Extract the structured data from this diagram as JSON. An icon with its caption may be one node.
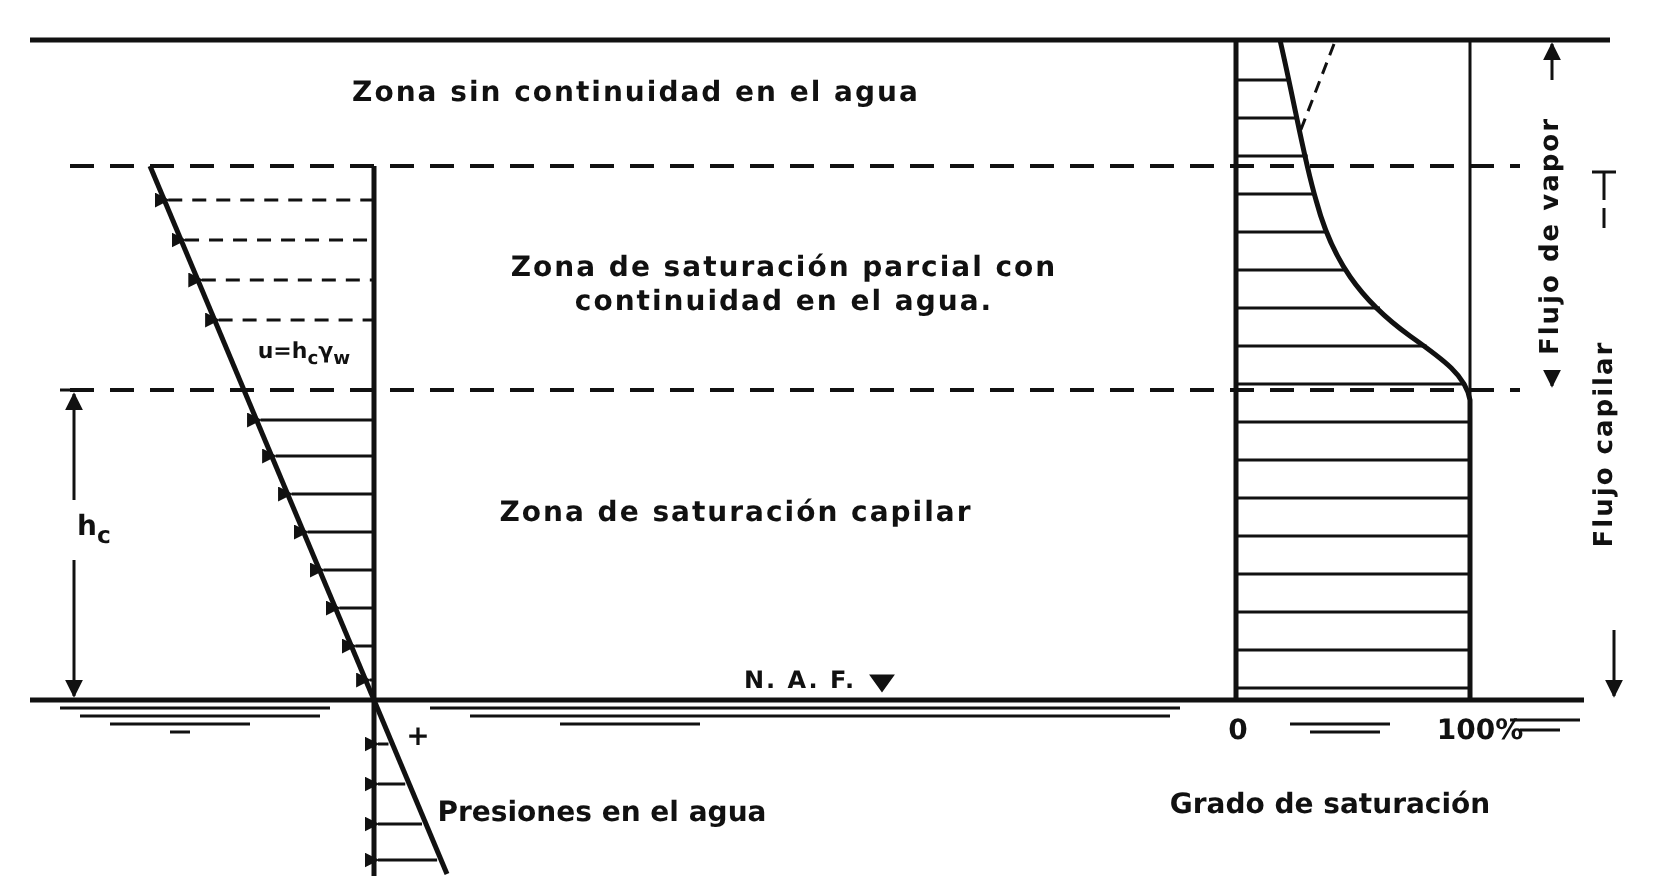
{
  "diagram": {
    "labels": [
      "Zona sin continuidad en el agua",
      "Flujo de vapor",
      "Zona de saturación parcial con continuidad en el agua.",
      "u=h$_{c}$γ$_{w}$",
      "Flujo capilar",
      "h$_{c}$",
      "Zona de saturación capilar",
      "N. A. F.",
      "0",
      "100%",
      "+",
      "Presiones en el agua",
      "Grado de saturación"
    ]
  }
}
